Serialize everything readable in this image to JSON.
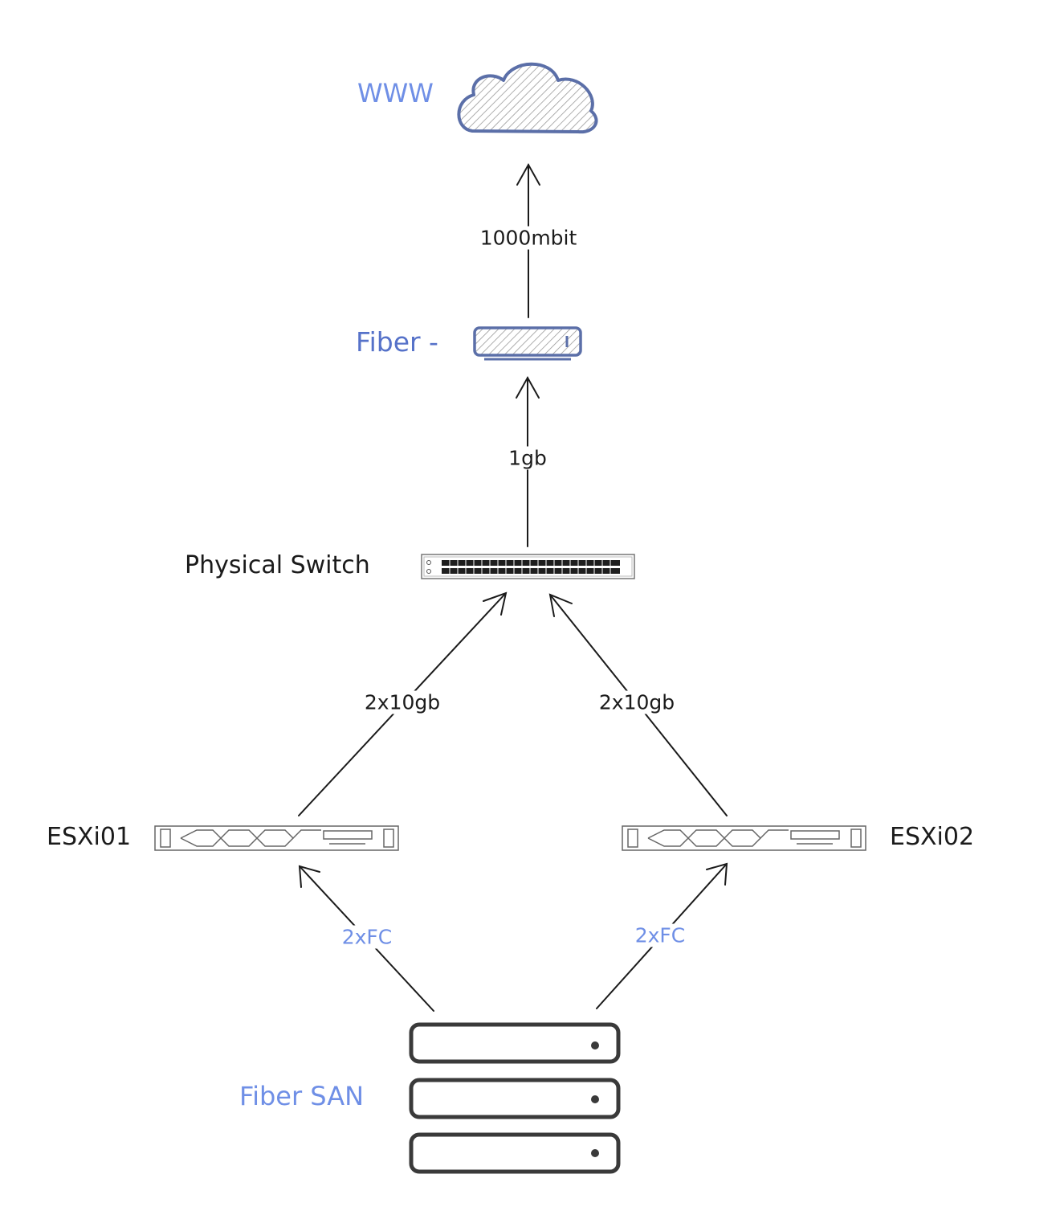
{
  "nodes": {
    "internet": {
      "label": "WWW",
      "icon": "cloud-icon"
    },
    "fiber": {
      "label": "Fiber -",
      "icon": "fiber-modem-icon"
    },
    "switch": {
      "label": "Physical Switch",
      "icon": "network-switch-icon"
    },
    "esxi01": {
      "label": "ESXi01",
      "icon": "rack-server-icon"
    },
    "esxi02": {
      "label": "ESXi02",
      "icon": "rack-server-icon"
    },
    "san": {
      "label": "Fiber SAN",
      "icon": "storage-array-icon"
    }
  },
  "edges": [
    {
      "from": "fiber",
      "to": "internet",
      "label": "1000mbit"
    },
    {
      "from": "switch",
      "to": "fiber",
      "label": "1gb"
    },
    {
      "from": "esxi01",
      "to": "switch",
      "label": "2x10gb"
    },
    {
      "from": "esxi02",
      "to": "switch",
      "label": "2x10gb"
    },
    {
      "from": "san",
      "to": "esxi01",
      "label": "2xFC"
    },
    {
      "from": "san",
      "to": "esxi02",
      "label": "2xFC"
    }
  ],
  "colors": {
    "accent_blue": "#6f8fe6",
    "icon_blue": "#5b6fa8",
    "stroke": "#1b1b1b",
    "san_stroke": "#3a3a3a"
  }
}
